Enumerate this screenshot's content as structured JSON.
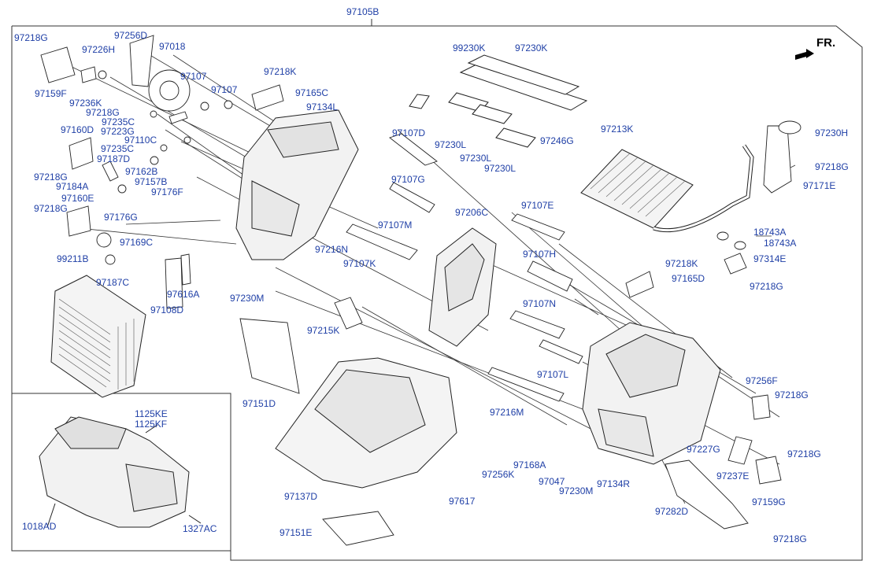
{
  "diagram": {
    "assembly_number": "97105B",
    "direction_label": "FR.",
    "parts": [
      "97218G",
      "97256D",
      "97018",
      "97226H",
      "97159F",
      "97236K",
      "97107",
      "97107",
      "97218K",
      "97165C",
      "97134L",
      "97218G",
      "97235C",
      "97223G",
      "97110C",
      "97160D",
      "97235C",
      "97187D",
      "97218G",
      "97184A",
      "97162B",
      "97157B",
      "97176F",
      "97160E",
      "97218G",
      "97176G",
      "97169C",
      "99211B",
      "97187C",
      "97108D",
      "97616A",
      "97230M",
      "97216N",
      "97107K",
      "97107M",
      "97215K",
      "97151D",
      "97107D",
      "97107G",
      "97206C",
      "97107E",
      "97107H",
      "97107N",
      "97107L",
      "97216M",
      "99230K",
      "97230K",
      "97230L",
      "97230L",
      "97246G",
      "97230L",
      "97213K",
      "97230H",
      "97218G",
      "97171E",
      "18743A",
      "18743A",
      "97314E",
      "97218G",
      "97218K",
      "97165D",
      "97256F",
      "97218G",
      "97227G",
      "97218G",
      "97237E",
      "97159G",
      "97282D",
      "97218G",
      "97168A",
      "97047",
      "97230M",
      "97134R",
      "97256K",
      "97617",
      "97137D",
      "97151E",
      "1125KE",
      "1125KF",
      "1018AD",
      "1327AC"
    ]
  }
}
